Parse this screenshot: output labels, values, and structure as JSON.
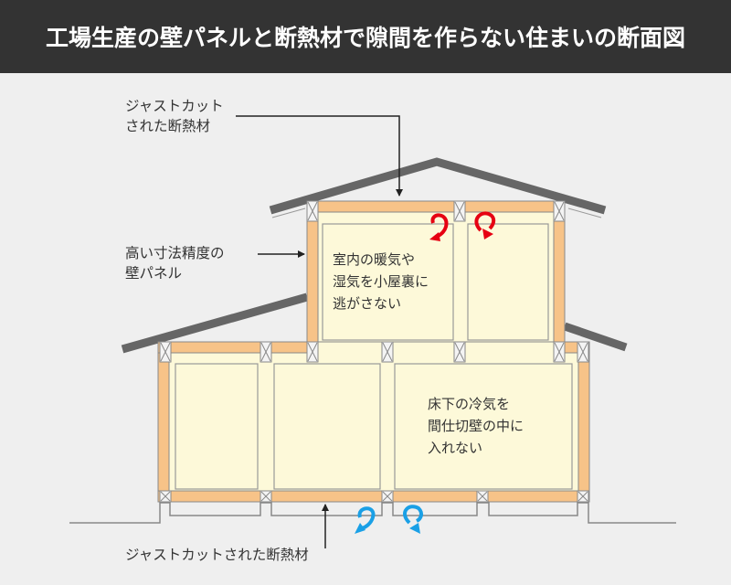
{
  "title": "工場生産の壁パネルと断熱材で隙間を作らない住まいの断面図",
  "labels": {
    "top_insulation": "ジャストカット\nされた断熱材",
    "wall_panel": "高い寸法精度の\n壁パネル",
    "bottom_insulation": "ジャストカットされた断熱材",
    "upper_note": "室内の暖気や\n湿気を小屋裏に\n逃がさない",
    "lower_note": "床下の冷気を\n間仕切壁の中に\n入れない"
  },
  "colors": {
    "header_bg": "#333333",
    "background": "#efefef",
    "roof": "#666666",
    "insulation": "#f7c388",
    "panel": "#fdf9d9",
    "warm_air_arrow": "#e60012",
    "cold_air_arrow": "#1aa0e6"
  },
  "icons": {
    "warm_air": "curved-arrow-icon",
    "cold_air": "curved-arrow-icon"
  }
}
